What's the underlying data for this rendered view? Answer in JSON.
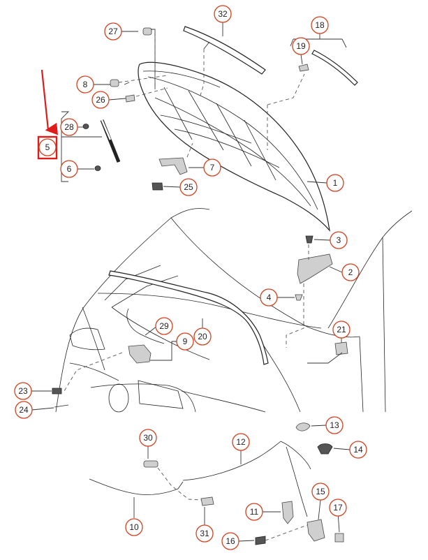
{
  "callout_ring_color": "#d6401e",
  "highlight_color": "#e01b1b",
  "callouts": {
    "c1": "1",
    "c2": "2",
    "c3": "3",
    "c4": "4",
    "c5": "5",
    "c6": "6",
    "c7": "7",
    "c8": "8",
    "c9": "9",
    "c10": "10",
    "c11": "11",
    "c12": "12",
    "c13": "13",
    "c14": "14",
    "c15": "15",
    "c16": "16",
    "c17": "17",
    "c18": "18",
    "c19": "19",
    "c20": "20",
    "c21": "21",
    "c23": "23",
    "c24": "24",
    "c25": "25",
    "c26": "26",
    "c27": "27",
    "c28": "28",
    "c29": "29",
    "c30": "30",
    "c31": "31",
    "c32": "32"
  }
}
